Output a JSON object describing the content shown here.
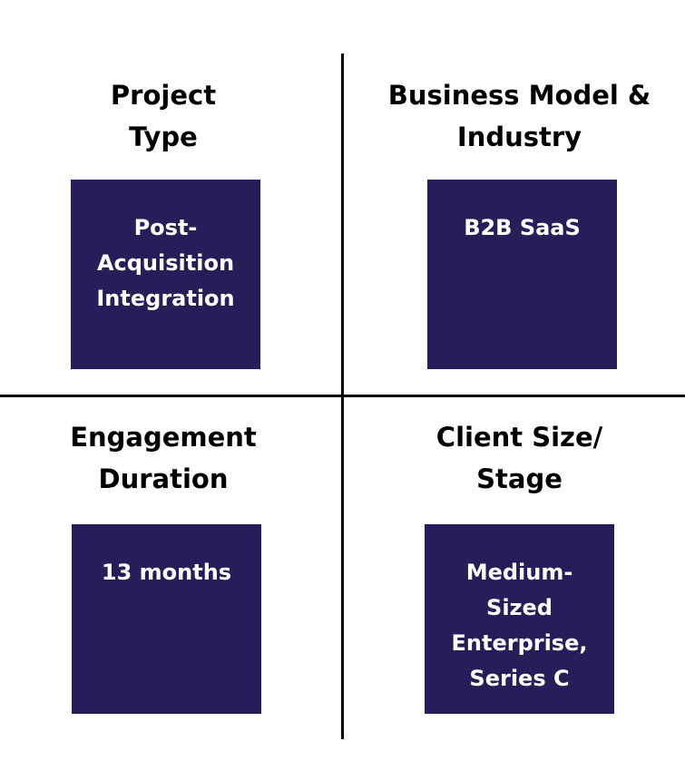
{
  "colors": {
    "card_background": "#261e59",
    "divider": "#000000",
    "card_text": "#ffffff"
  },
  "quadrants": {
    "project_type": {
      "title": "Project\nType",
      "value": "Post-\nAcquisition\nIntegration"
    },
    "business_model": {
      "title": "Business Model &\nIndustry",
      "value": "B2B SaaS"
    },
    "engagement_duration": {
      "title": "Engagement\nDuration",
      "value": "13 months"
    },
    "client_size": {
      "title": "Client Size/\nStage",
      "value": "Medium-\nSized\nEnterprise,\nSeries C"
    }
  }
}
